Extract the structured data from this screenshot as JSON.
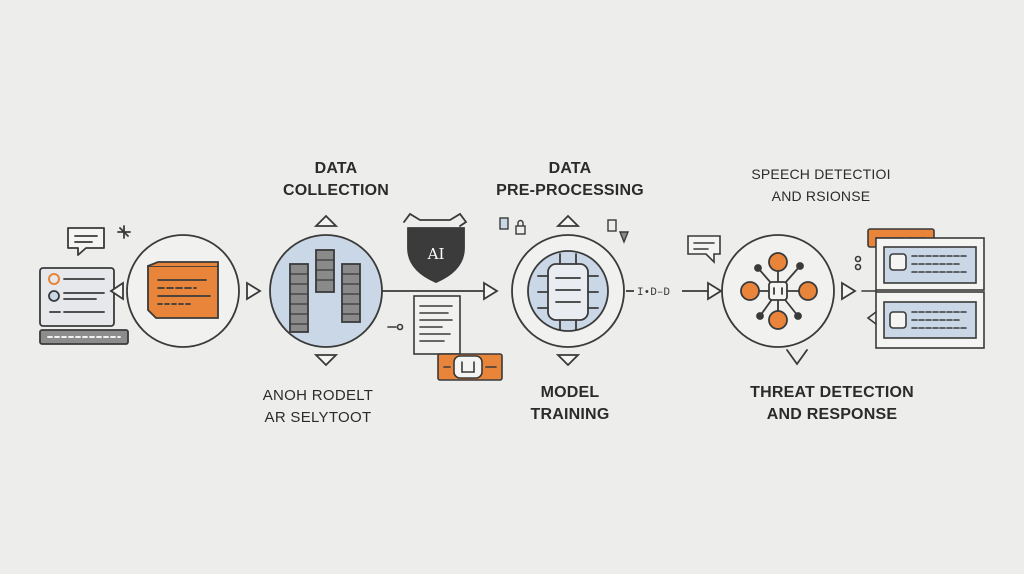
{
  "colors": {
    "background": "#ededeb",
    "stroke": "#3a3a3a",
    "accent_orange": "#e9853a",
    "accent_blue": "#c9d7e6",
    "dark": "#3b3b3b",
    "light_gray": "#cfcfcf"
  },
  "labels": {
    "data_collection": "DATA\nCOLLECTION",
    "data_preprocessing": "DATA\nPRE-PROCESSING",
    "speech_detection": "SPEECH DETECTIOI\nAND RSIONSE",
    "anoh_rodelt": "ANOH RODELT\nAR SELYTOOT",
    "model_training": "MODEL\nTRAINING",
    "threat_detection": "THREAT DETECTION\nAND RESPONSE",
    "ai_badge": "AI",
    "connector_text": "I•D–D"
  },
  "icons": [
    "laptop-chat-icon",
    "document-window-icon",
    "database-servers-icon",
    "ai-shield-icon",
    "report-document-icon",
    "robot-chip-icon",
    "neural-chip-icon",
    "chat-bubble-icon",
    "node-network-icon",
    "dashboard-icon"
  ]
}
